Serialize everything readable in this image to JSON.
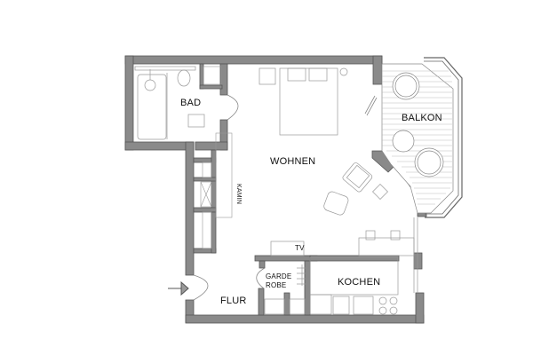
{
  "floorplan": {
    "colors": {
      "wall": "#8a8a8a",
      "wall_outline": "#555555",
      "fixture_line": "#9a9a9a",
      "background": "#ffffff"
    },
    "rooms": {
      "bad": "BAD",
      "wohnen": "WOHNEN",
      "balkon": "BALKON",
      "kochen": "KOCHEN",
      "flur": "FLUR",
      "garderobe_line1": "GARDE",
      "garderobe_line2": "ROBE"
    },
    "annotations": {
      "kamin": "KAMIN",
      "tv": "TV"
    },
    "entrance_icon": "entrance-arrow-icon"
  }
}
